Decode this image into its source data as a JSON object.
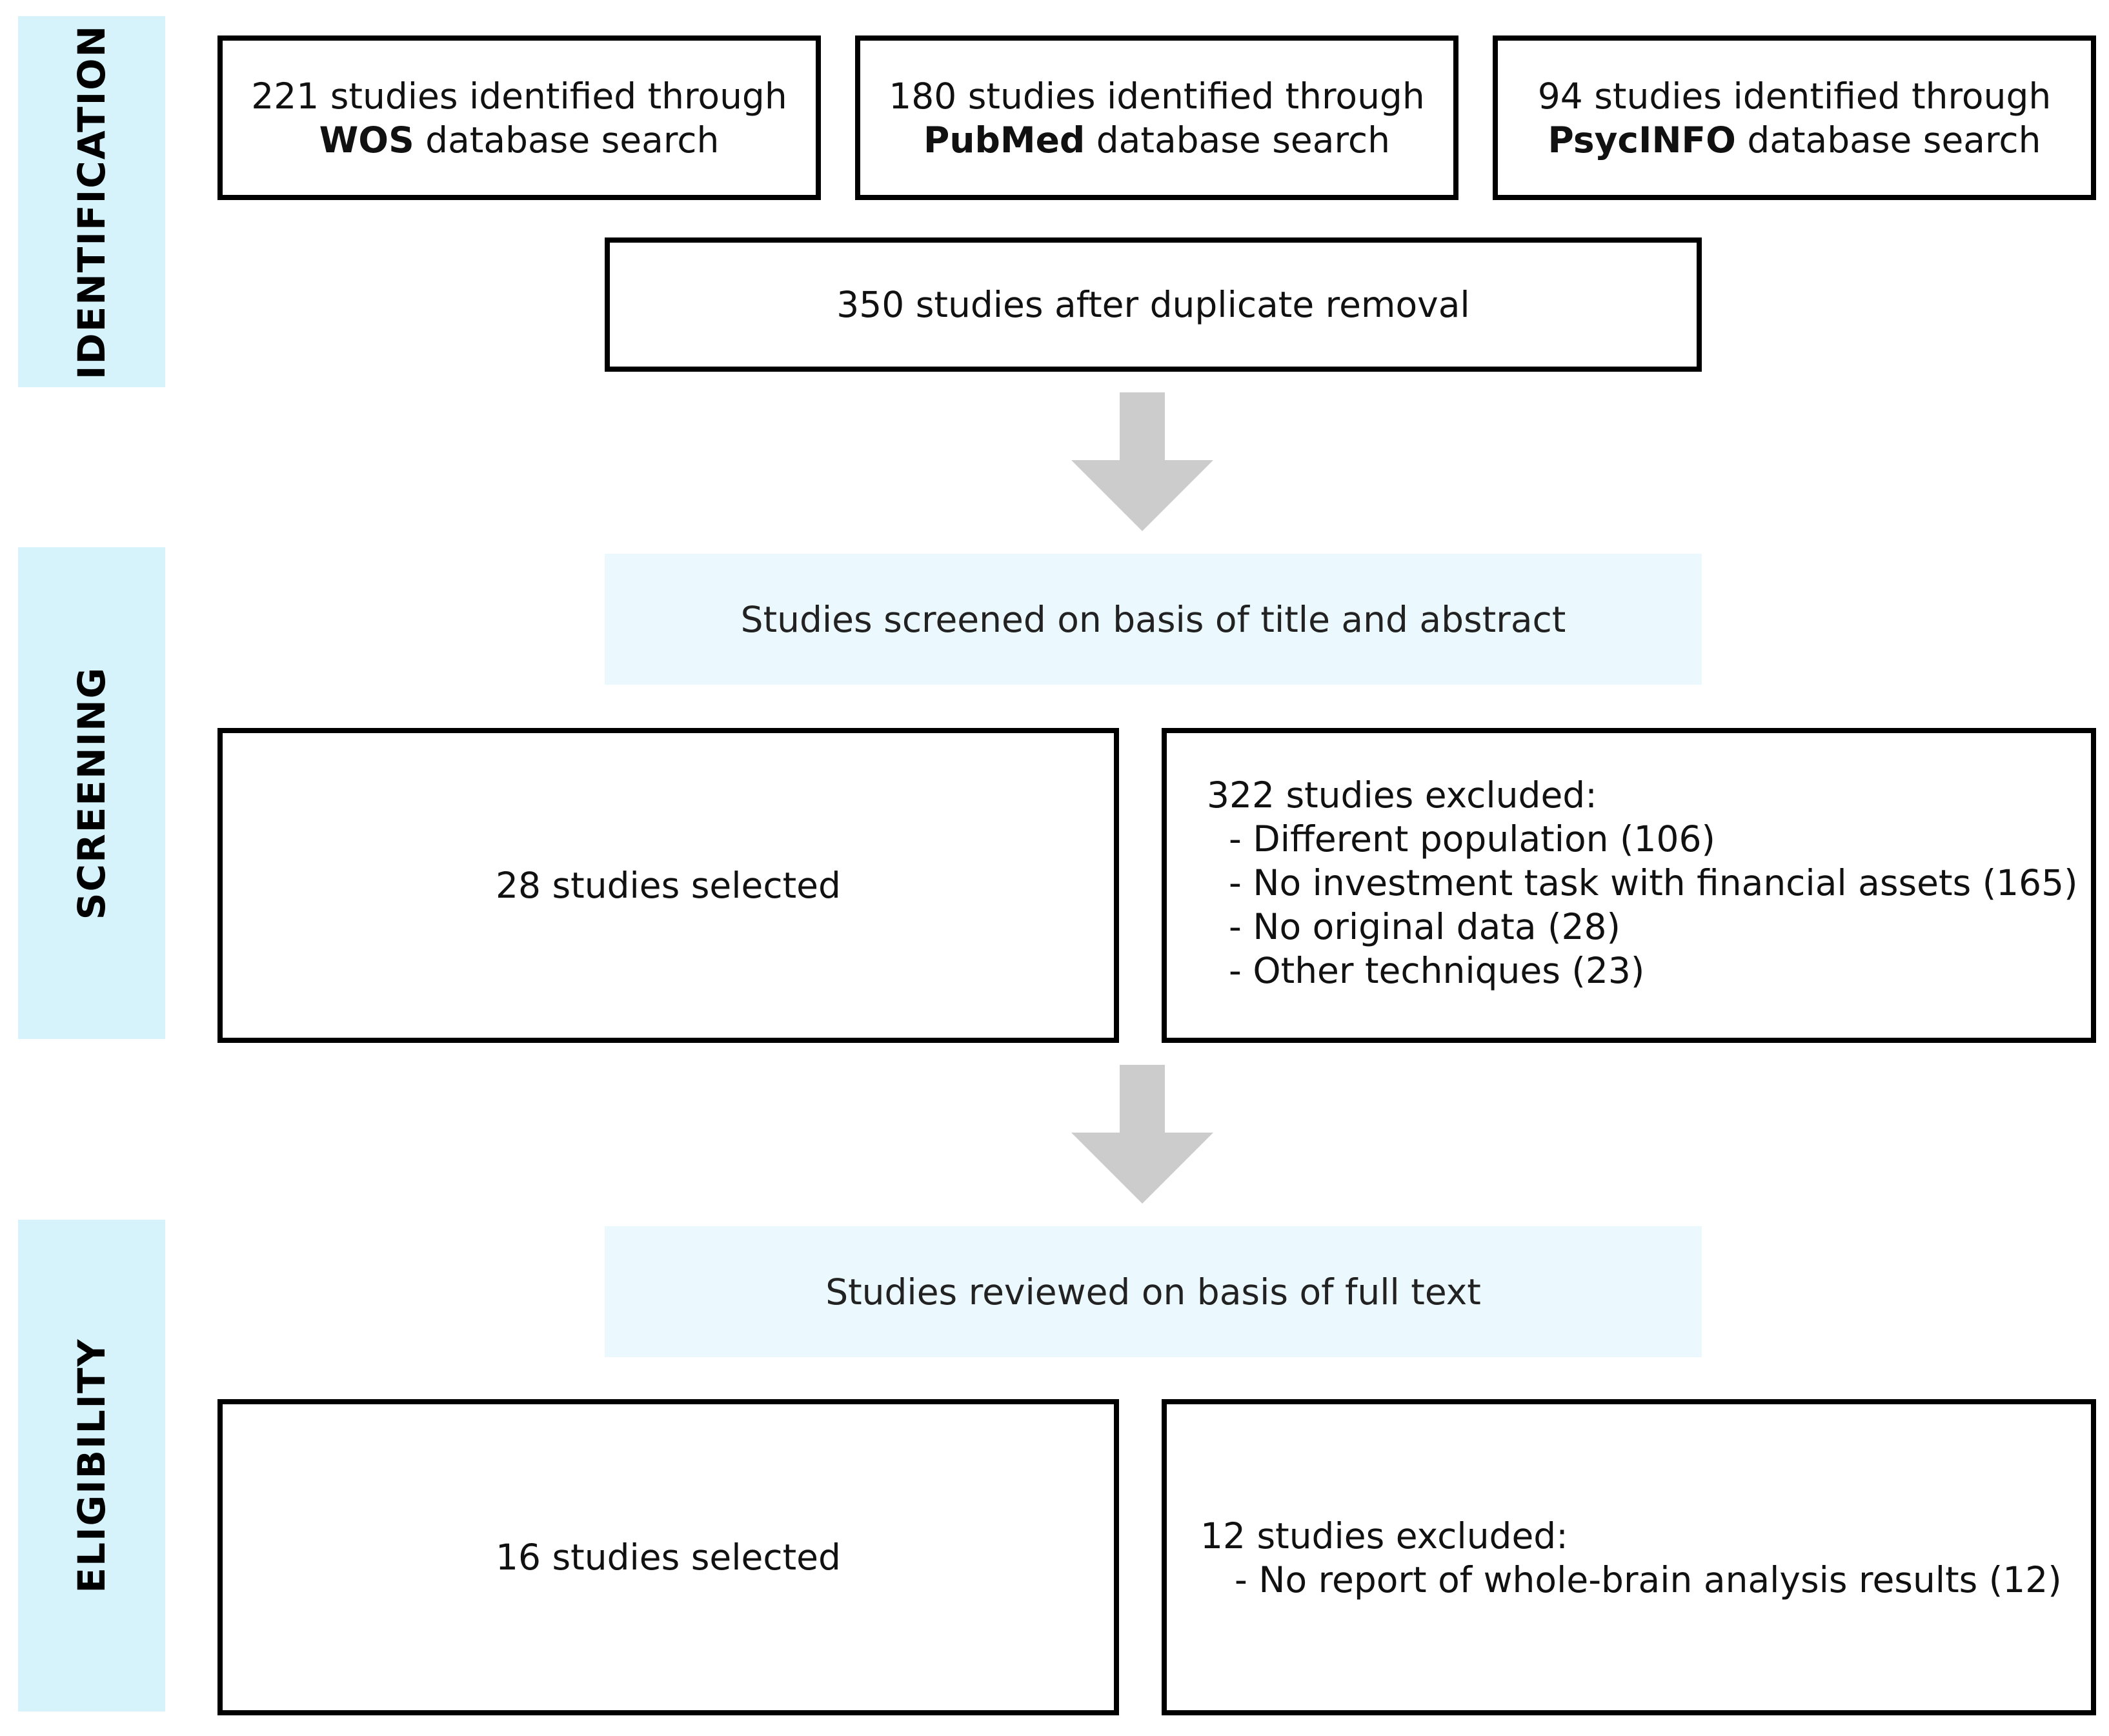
{
  "stages": {
    "identification": "IDENTIFICATION",
    "screening": "SCREENING",
    "eligibility": "ELIGIBILITY"
  },
  "sources": [
    {
      "line1": "221 studies identified through",
      "db": "WOS",
      "suffix": "database search"
    },
    {
      "line1": "180 studies identified through",
      "db": "PubMed",
      "suffix": "database search"
    },
    {
      "line1": "94 studies identified through",
      "db": "PsycINFO",
      "suffix": "database search"
    }
  ],
  "after_duplicates": "350 studies after duplicate removal",
  "screening": {
    "band": "Studies screened on basis of title and abstract",
    "selected": "28 studies selected",
    "excluded_title": "322 studies excluded:",
    "excluded_reasons": [
      "Different population (106)",
      "No investment task with financial assets (165)",
      "No original data (28)",
      "Other techniques (23)"
    ]
  },
  "eligibility": {
    "band": "Studies reviewed on basis of full text",
    "selected": "16 studies selected",
    "excluded_title": "12 studies excluded:",
    "excluded_reasons": [
      "No report of whole-brain analysis results (12)"
    ]
  },
  "colors": {
    "stage_bg": "#d6f3fc",
    "band_bg": "#ebf8fd",
    "arrow": "#cccccc",
    "border": "#000000"
  }
}
